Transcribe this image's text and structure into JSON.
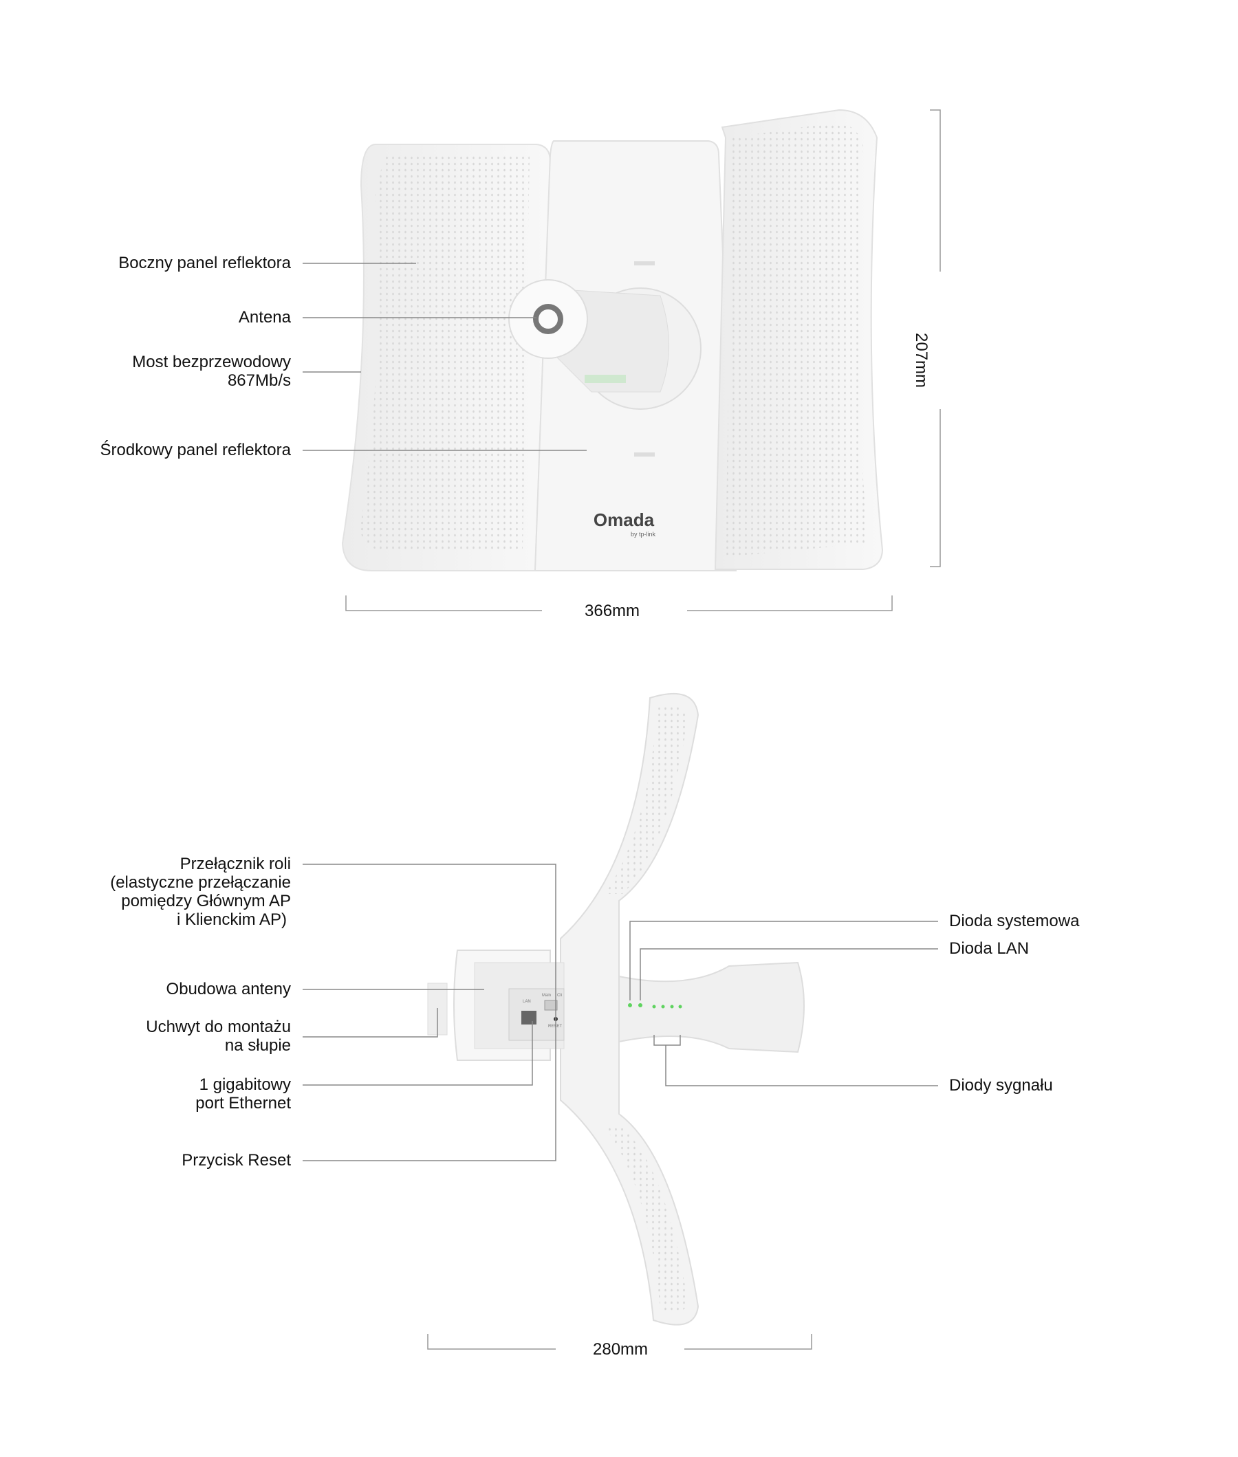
{
  "front_view": {
    "callouts": {
      "side_panel": "Boczny panel reflektora",
      "antenna": "Antena",
      "bridge_line1": "Most bezprzewodowy",
      "bridge_line2": "867Mb/s",
      "center_panel": "Środkowy panel reflektora"
    },
    "logo": {
      "brand": "Omada",
      "sub": "by tp-link"
    },
    "dimensions": {
      "height": "207mm",
      "width": "366mm"
    }
  },
  "side_view": {
    "callouts_left": {
      "role_switch_line1": "Przełącznik roli",
      "role_switch_line2": "(elastyczne przełączanie",
      "role_switch_line3": "pomiędzy Głównym AP",
      "role_switch_line4": "i Klienckim AP)",
      "antenna_housing": "Obudowa anteny",
      "pole_mount_line1": "Uchwyt do montażu",
      "pole_mount_line2": "na słupie",
      "ethernet_line1": "1 gigabitowy",
      "ethernet_line2": "port Ethernet",
      "reset": "Przycisk Reset"
    },
    "callouts_right": {
      "system_led": "Dioda systemowa",
      "lan_led": "Dioda LAN",
      "signal_leds": "Diody sygnału"
    },
    "port_labels": {
      "lan": "LAN",
      "main": "Main",
      "client": "Cli",
      "reset": "RESET"
    },
    "dimensions": {
      "depth": "280mm"
    },
    "colors": {
      "led": "#5fd35f"
    }
  }
}
